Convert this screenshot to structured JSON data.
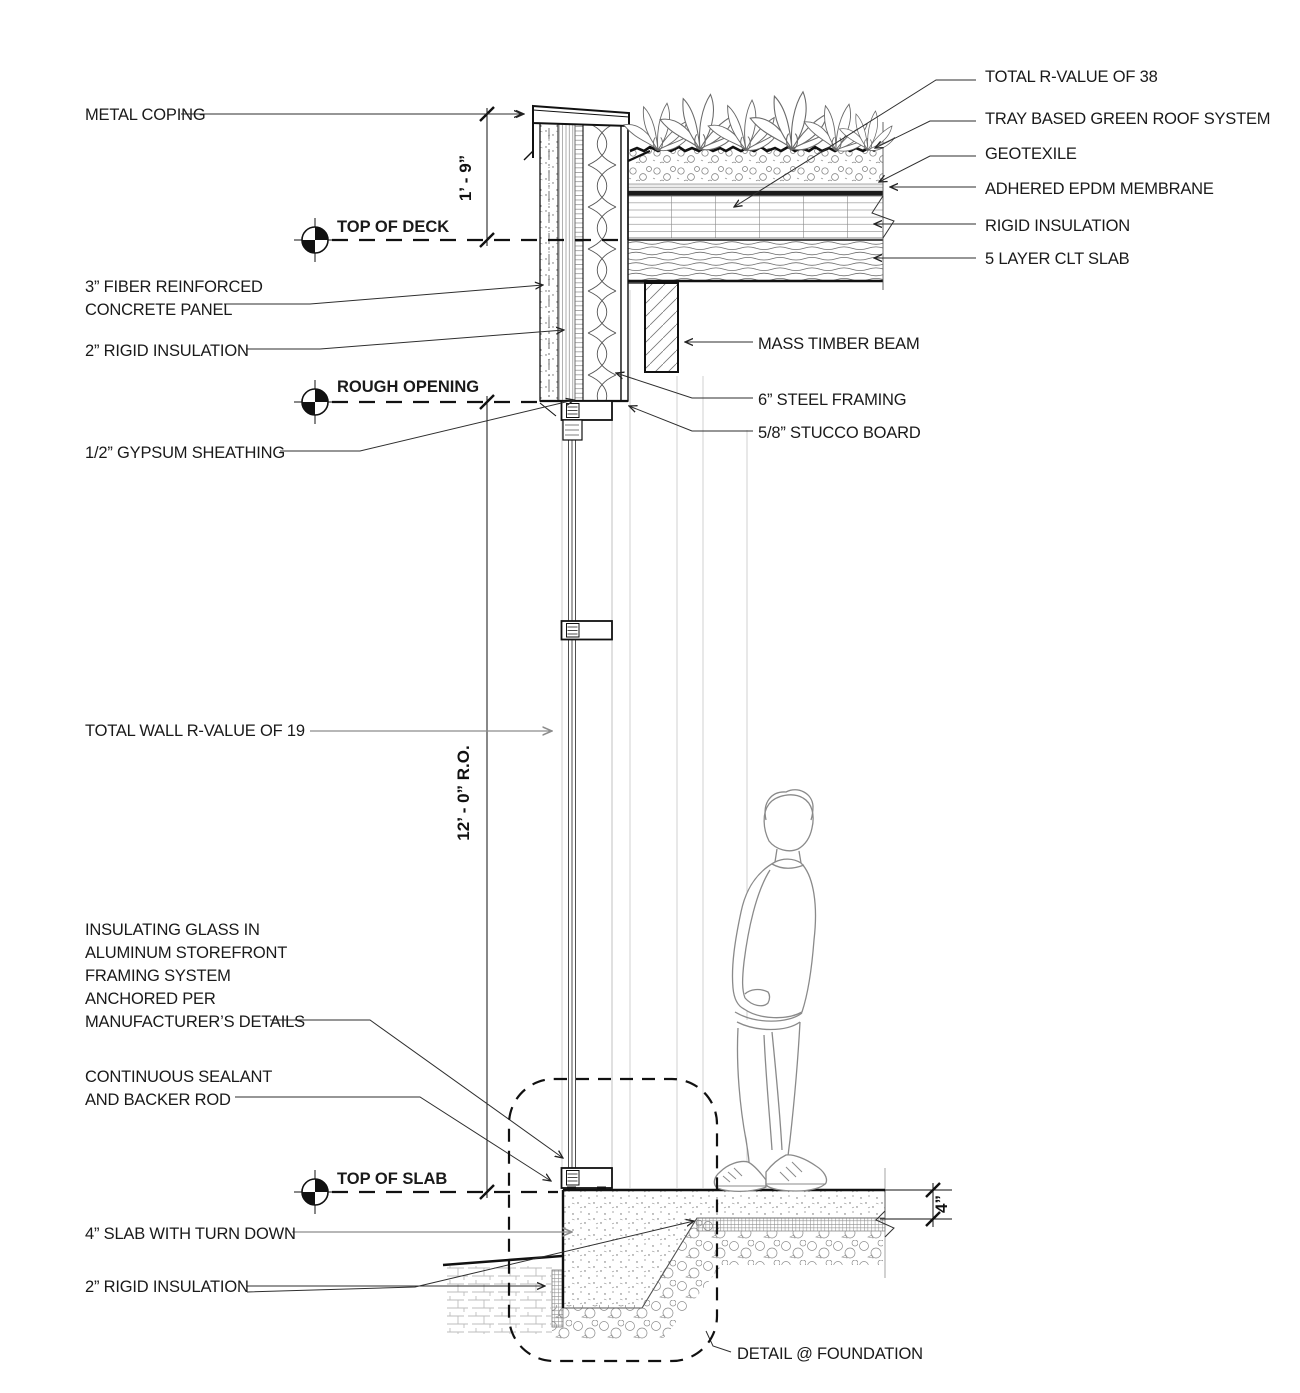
{
  "drawing": {
    "type": "architectural wall section detail",
    "colors": {
      "ink": "#1a1a1a",
      "line": "#222222",
      "gray_leader": "#8c8c8c",
      "light_line": "#c9c9c9"
    }
  },
  "callouts_left": {
    "metal_coping": "METAL COPING",
    "fiber_reinforced_panel": [
      "3” FIBER REINFORCED",
      "CONCRETE PANEL"
    ],
    "rigid_insulation_wall": "2” RIGID INSULATION",
    "gypsum_sheathing": "1/2” GYPSUM SHEATHING",
    "total_wall_r_value": "TOTAL WALL R-VALUE OF 19",
    "insulating_glass": [
      "INSULATING GLASS IN",
      "ALUMINUM STOREFRONT",
      "FRAMING SYSTEM",
      "ANCHORED PER",
      "MANUFACTURER’S DETAILS"
    ],
    "continuous_sealant": [
      "CONTINUOUS SEALANT",
      "AND BACKER ROD"
    ],
    "slab_with_turn_down": "4” SLAB WITH TURN DOWN",
    "rigid_insulation_foundation": "2” RIGID INSULATION"
  },
  "callouts_right": {
    "total_r_value": "TOTAL R-VALUE OF 38",
    "green_roof_system": "TRAY BASED GREEN ROOF SYSTEM",
    "geotexile": "GEOTEXILE",
    "epdm_membrane": "ADHERED EPDM MEMBRANE",
    "rigid_insulation_roof": "RIGID INSULATION",
    "clt_slab": "5 LAYER CLT SLAB",
    "mass_timber_beam": "MASS TIMBER BEAM",
    "steel_framing": "6” STEEL FRAMING",
    "stucco_board": "5/8” STUCCO BOARD"
  },
  "datums": {
    "top_of_deck": "TOP OF DECK",
    "rough_opening": "ROUGH OPENING",
    "top_of_slab": "TOP OF SLAB"
  },
  "dimensions": {
    "parapet_height": "1’ - 9”",
    "rough_opening_height": "12’ - 0” R.O.",
    "slab_thickness": "4”"
  },
  "footer": {
    "detail_title": "DETAIL @ FOUNDATION"
  }
}
